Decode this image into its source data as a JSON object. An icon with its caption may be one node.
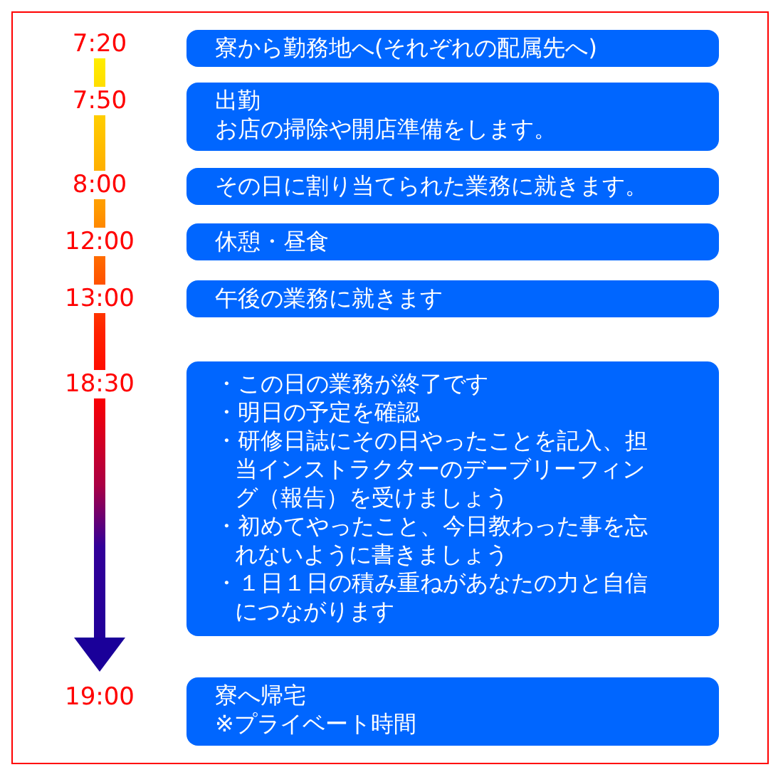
{
  "diagram": {
    "nodes": [
      {
        "text": [
          "寮から勤務地へ(それぞれの配属先へ)"
        ],
        "beside": [
          "7:20"
        ]
      },
      {
        "text": [
          "出勤",
          "お店の掃除や開店準備をします。"
        ],
        "beside": [
          "7:50"
        ]
      },
      {
        "text": [
          "その日に割り当てられた業務に就きます。"
        ],
        "beside": [
          "8:00"
        ]
      },
      {
        "text": [
          "休憩・昼食"
        ],
        "beside": [
          "12:00"
        ]
      },
      {
        "text": [
          "午後の業務に就きます"
        ],
        "beside": [
          "13:00"
        ]
      },
      {
        "text": [
          "・この日の業務が終了です",
          "・明日の予定を確認",
          "・研修日誌にその日やったことを記入、担当インストラクターのデーブリーフィング（報告）を受けましょう",
          "・初めてやったこと、今日教わった事を忘れないように書きましょう",
          "・１日１日の積み重ねがあなたの力と自信につながります"
        ],
        "beside": [
          "18:30"
        ]
      },
      {
        "text": [
          "寮へ帰宅",
          "※プライベート時間"
        ],
        "beside": [
          "19:00"
        ]
      }
    ]
  }
}
